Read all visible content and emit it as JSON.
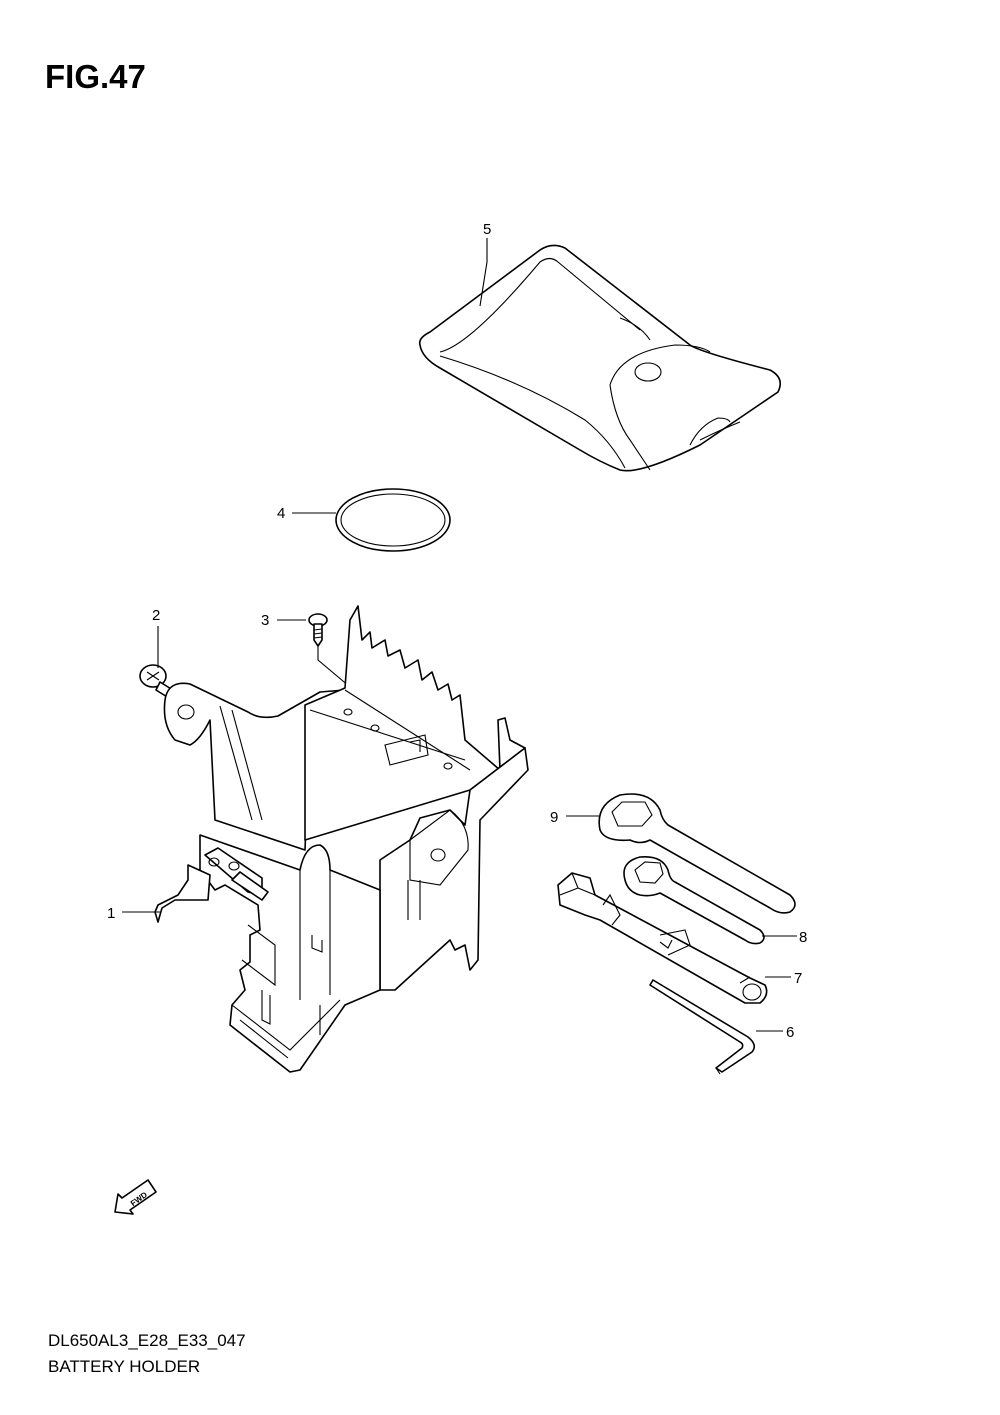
{
  "figure": {
    "title": "FIG.47",
    "code": "DL650AL3_E28_E33_047",
    "name": "BATTERY HOLDER"
  },
  "callouts": [
    {
      "id": "1",
      "label": "1"
    },
    {
      "id": "2",
      "label": "2"
    },
    {
      "id": "3",
      "label": "3"
    },
    {
      "id": "4",
      "label": "4"
    },
    {
      "id": "5",
      "label": "5"
    },
    {
      "id": "6",
      "label": "6"
    },
    {
      "id": "7",
      "label": "7"
    },
    {
      "id": "8",
      "label": "8"
    },
    {
      "id": "9",
      "label": "9"
    }
  ],
  "fwd_arrow": {
    "label": "FWD",
    "icon": "forward-arrow-icon"
  }
}
